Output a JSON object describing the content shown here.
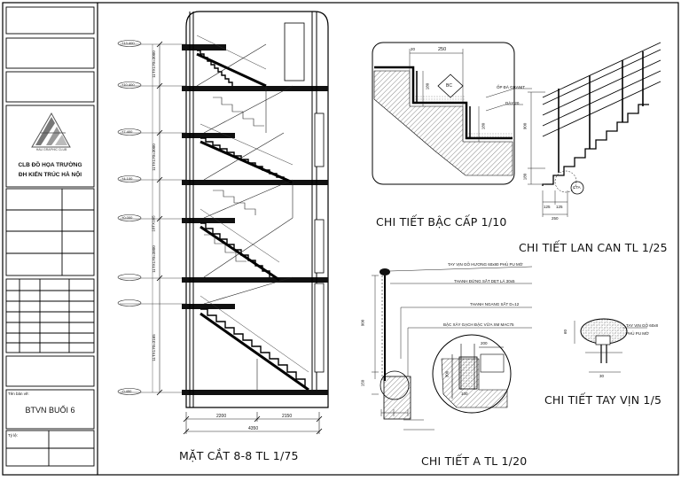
{
  "title_block": {
    "club_line1": "CLB ĐỒ HỌA TRƯỜNG",
    "club_line2": "ĐH KIẾN TRÚC HÀ NỘI",
    "logo_text": "HAU GRAPHIC CLUB",
    "drawing_name_label": "Tên bản vẽ:",
    "drawing_name": "BTVN BUỔI 6",
    "scale_label": "Tỷ lệ:"
  },
  "captions": {
    "section": "MẶT CẮT 8-8 TL 1/75",
    "step_detail": "CHI TIẾT BẬC CẤP 1/10",
    "railing": "CHI TIẾT LAN CAN TL 1/25",
    "handrail": "CHI TIẾT TAY VỊN 1/5",
    "detail_a": "CHI TIẾT A TL 1/20"
  },
  "section_dims": {
    "flights": [
      "11TX170=3000",
      "11TX170=3000",
      "10TX165",
      "11TX170=3800",
      "11TX170=3165"
    ],
    "bottom": [
      "2200",
      "2150"
    ],
    "total": "4350"
  },
  "step_notes": {
    "d_tread": "250",
    "d_nose": "20",
    "d_riser": "180",
    "d_rise2": "180",
    "tag": "BC",
    "note1": "ỐP ĐÁ GRANIT",
    "note2": "DÀY 20"
  },
  "railing_notes": {
    "h900": "900",
    "h180": "180",
    "w125a": "125",
    "w125b": "125",
    "w250": "250",
    "tag": "CTA"
  },
  "detail_a_notes": {
    "n1": "TAY VỊN GỖ HƯƠNG 60x80 PHỦ PU MỜ",
    "n2": "THANH ĐỨNG SẮT DẸT LÁ 30x5",
    "n3": "THANH NGANG SẮT D=12",
    "n4": "BẬC XÂY GẠCH ĐẶC VỮA XM MAC75",
    "h900": "900",
    "h150": "150",
    "d200": "200",
    "d300": "300",
    "d100": "100"
  },
  "handrail_notes": {
    "n1": "TAY VỊN GỖ 60x8",
    "n2": "PHỦ PU MỜ",
    "h60": "60",
    "w30": "30"
  },
  "level_marks": [
    "+13.400",
    "+10.400",
    "+7.400",
    "+4.100",
    "+0.000",
    "-0.450"
  ]
}
